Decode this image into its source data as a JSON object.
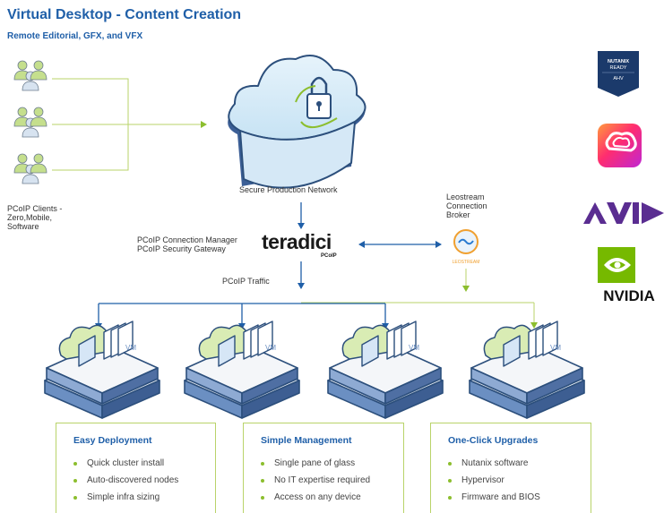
{
  "header": {
    "title": "Virtual Desktop - Content Creation",
    "subtitle": "Remote Editorial, GFX, and VFX"
  },
  "clients": {
    "label_lines": [
      "PCoIP Clients -",
      "Zero,Mobile,",
      "Software"
    ]
  },
  "network": {
    "label": "Secure Production Network"
  },
  "teradici": {
    "logo_text": "teradici",
    "logo_sub": "PCoIP",
    "label_lines": [
      "PCoIP Connection Manager",
      "PCoIP Security Gateway"
    ]
  },
  "leostream": {
    "label_lines": [
      "Leostream",
      "Connection",
      "Broker"
    ],
    "logo_text": "LEOSTREAM"
  },
  "traffic": {
    "label": "PCoIP Traffic"
  },
  "servers": [
    {
      "vm_label": "VM"
    },
    {
      "vm_label": "VM"
    },
    {
      "vm_label": "VM"
    },
    {
      "vm_label": "VM"
    }
  ],
  "features": [
    {
      "title": "Easy Deployment",
      "items": [
        "Quick cluster install",
        "Auto-discovered nodes",
        "Simple infra sizing"
      ]
    },
    {
      "title": "Simple Management",
      "items": [
        "Single pane of glass",
        "No IT expertise required",
        "Access on any device"
      ]
    },
    {
      "title": "One-Click Upgrades",
      "items": [
        "Nutanix software",
        "Hypervisor",
        "Firmware and BIOS"
      ]
    }
  ],
  "partners": {
    "nutanix": {
      "line1": "NUTANIX",
      "line2": "READY",
      "line3": "AHV"
    },
    "adobe_icon": "creative-cloud-icon",
    "avid": "AVID",
    "nvidia": "NVIDIA"
  },
  "colors": {
    "blue": "#1f5fa8",
    "green": "#8cbe2e",
    "nutanix_navy": "#1b3a6b",
    "avid_purple": "#5a2d91",
    "nvidia_green": "#76b900"
  }
}
